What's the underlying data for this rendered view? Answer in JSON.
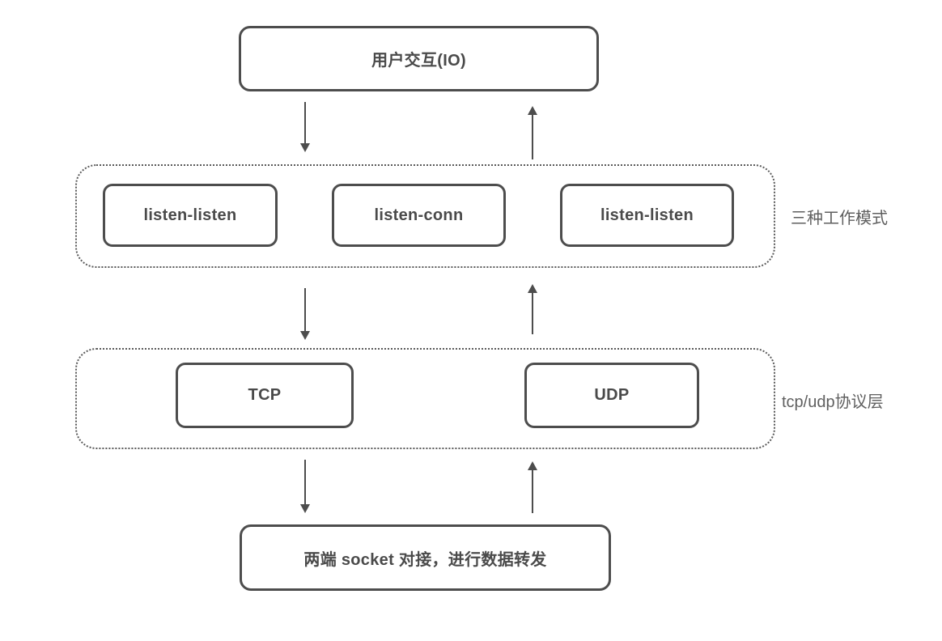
{
  "diagram": {
    "top_node": {
      "label": "用户交互(IO)"
    },
    "modes_group": {
      "side_label": "三种工作模式",
      "items": [
        {
          "label": "listen-listen"
        },
        {
          "label": "listen-conn"
        },
        {
          "label": "listen-listen"
        }
      ]
    },
    "protocol_group": {
      "side_label": "tcp/udp协议层",
      "items": [
        {
          "label": "TCP"
        },
        {
          "label": "UDP"
        }
      ]
    },
    "bottom_node": {
      "label": "两端 socket 对接，进行数据转发"
    },
    "colors": {
      "stroke": "#4d4d4d",
      "dotted_stroke": "#5a5a5a",
      "side_label_text": "#5f5f5f",
      "background": "#ffffff"
    }
  }
}
